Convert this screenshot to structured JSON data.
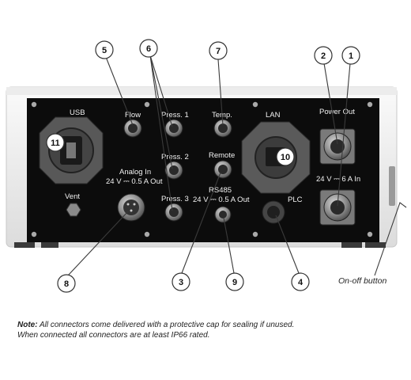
{
  "panel_labels": {
    "usb": "USB",
    "flow": "Flow",
    "press1": "Press. 1",
    "press2": "Press. 2",
    "press3": "Press. 3",
    "temp": "Temp.",
    "remote": "Remote",
    "lan": "LAN",
    "power_out": "Power Out",
    "power_in": "24 V ⎓ 6 A In",
    "analog_in_1": "Analog In",
    "analog_in_2": "24 V ⎓ 0.5 A Out",
    "rs485_1": "RS485",
    "rs485_2": "24 V ⎓ 0.5 A Out",
    "vent": "Vent",
    "plc": "PLC"
  },
  "callouts": {
    "c1": "1",
    "c2": "2",
    "c3": "3",
    "c4": "4",
    "c5": "5",
    "c6": "6",
    "c7": "7",
    "c8": "8",
    "c9": "9",
    "c10": "10",
    "c11": "11"
  },
  "onoff_label": "On-off button",
  "note": {
    "bold": "Note:",
    "line1": " All connectors come delivered with a protective cap for sealing if unused.",
    "line2": "When connected all connectors are at least IP66 rated."
  },
  "colors": {
    "panel": "#0c0c0c",
    "housing": "#f1f1f1",
    "connector": "#6f6f6f"
  }
}
